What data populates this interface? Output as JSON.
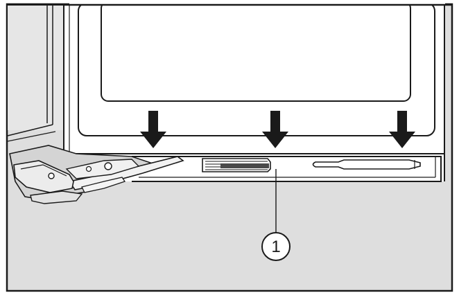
{
  "figure": {
    "callout": {
      "number": "1"
    },
    "arrows": [
      {
        "name": "left"
      },
      {
        "name": "center"
      },
      {
        "name": "right"
      }
    ],
    "colors": {
      "background": "#ffffff",
      "wall": "#dedede",
      "line": "#1a1a1a",
      "rail_fill": "#f2f2f2"
    }
  }
}
